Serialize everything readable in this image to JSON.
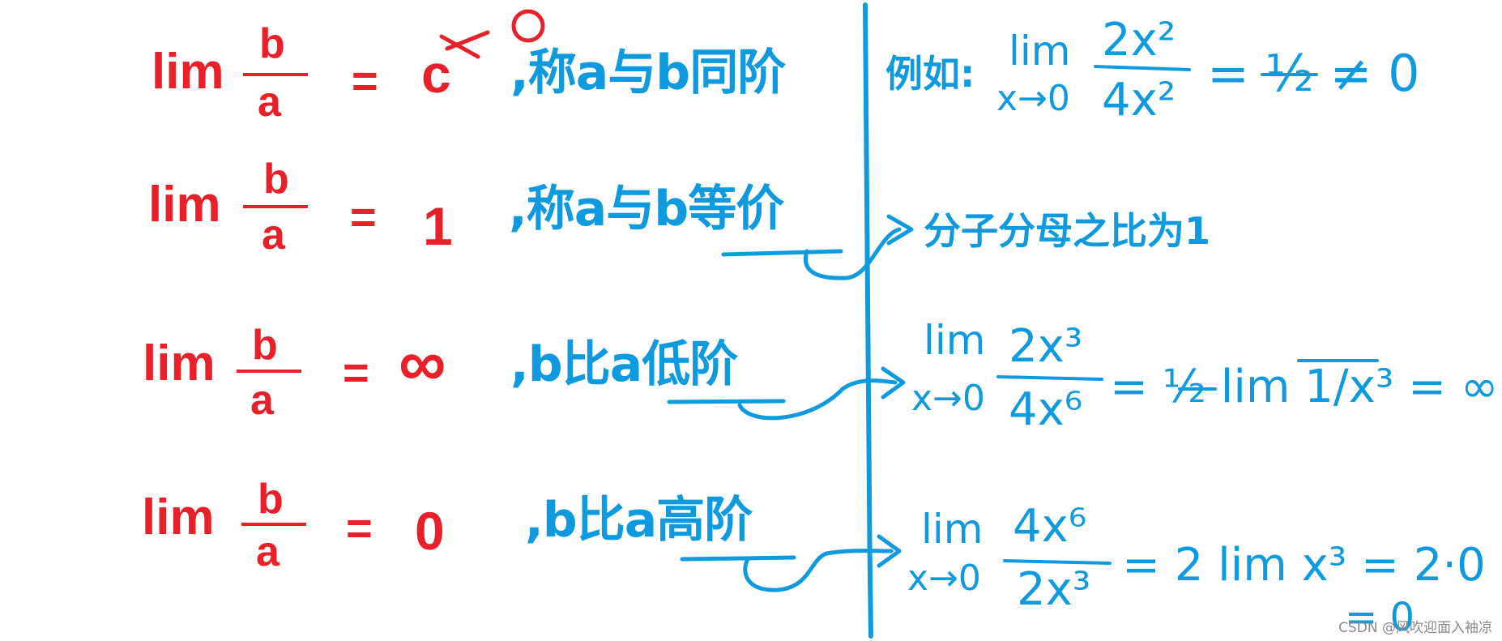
{
  "rows": [
    {
      "lim": "lim",
      "num": "b",
      "den": "a",
      "eq": "=",
      "rhs": "c",
      "rhs_annotation": "≠0",
      "clause": ",称a与b同阶"
    },
    {
      "lim": "lim",
      "num": "b",
      "den": "a",
      "eq": "=",
      "rhs": "1",
      "clause": ",称a与b等价"
    },
    {
      "lim": "lim",
      "num": "b",
      "den": "a",
      "eq": "=",
      "rhs": "∞",
      "clause": ",b比a低阶"
    },
    {
      "lim": "lim",
      "num": "b",
      "den": "a",
      "eq": "=",
      "rhs": "0",
      "clause": ",b比a高阶"
    }
  ],
  "notes": {
    "example_label": "例如:",
    "example_1": {
      "lim": "lim",
      "sub": "x→0",
      "num": "2x²",
      "den": "4x²",
      "rest": "= ½ ≠ 0"
    },
    "equivalent_note": "分子分母之比为1",
    "example_3": {
      "lim": "lim",
      "sub": "x→0",
      "num": "2x³",
      "den": "4x⁶",
      "rest": "= ½ lim 1/x³ = ∞"
    },
    "example_4": {
      "lim": "lim",
      "sub": "x→0",
      "num": "4x⁶",
      "den": "2x³",
      "rest": "= 2 lim x³ = 2·0",
      "tail": "= 0"
    }
  },
  "watermark": "CSDN @风吹迎面入袖凉",
  "colors": {
    "red": "#e8202a",
    "blue": "#0f9ae0"
  }
}
